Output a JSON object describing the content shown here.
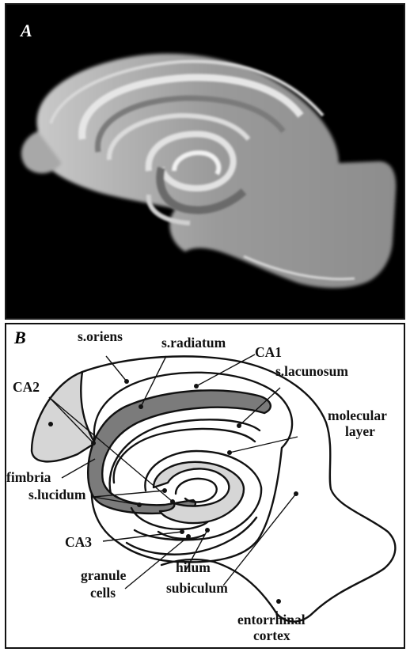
{
  "panel_a": {
    "letter": "A"
  },
  "panel_b": {
    "letter": "B",
    "labels": {
      "s_oriens": "s.oriens",
      "s_radiatum": "s.radiatum",
      "ca1": "CA1",
      "ca2": "CA2",
      "s_lacunosum": "s.lacunosum",
      "molecular_layer_1": "molecular",
      "molecular_layer_2": "layer",
      "fimbria": "fimbria",
      "s_lucidum": "s.lucidum",
      "ca3": "CA3",
      "granule_cells_1": "granule",
      "granule_cells_2": "cells",
      "hilum": "hilum",
      "subiculum": "subiculum",
      "entorrhinal_cortex_1": "entorrhinal",
      "entorrhinal_cortex_2": "cortex"
    }
  },
  "colors": {
    "background_a": "#000000",
    "tissue": "#bdbdbd",
    "dark_band": "#6f6f6f",
    "light_fill": "#d8d8d8"
  }
}
